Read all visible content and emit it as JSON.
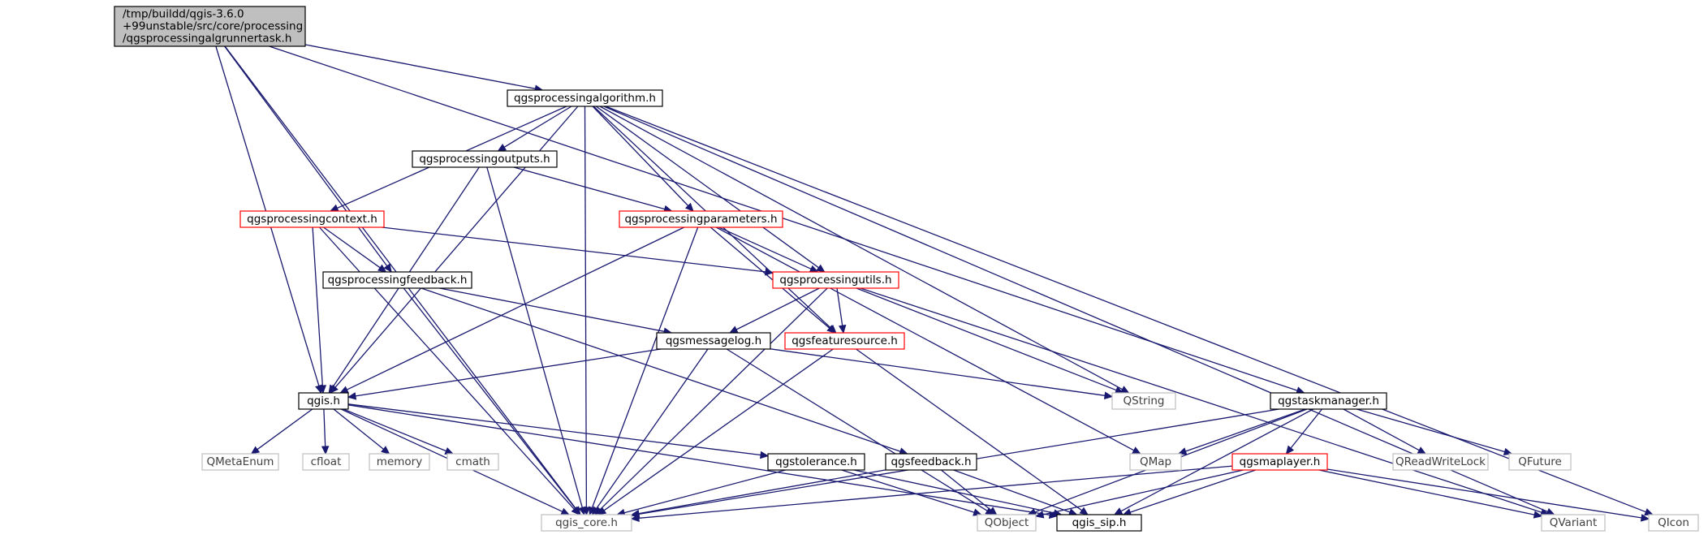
{
  "colors": {
    "edge": "#191970",
    "root_fill": "#bfbfbf",
    "normal_border": "#000000",
    "truncated_border": "#ff0000",
    "external_border": "#bfbfbf",
    "external_text": "#404040",
    "text": "#000000"
  },
  "nodes": [
    {
      "id": "root",
      "lines": [
        "/tmp/buildd/qgis-3.6.0",
        "+99unstable/src/core/processing",
        "/qgsprocessingalgrunnertask.h"
      ],
      "kind": "root"
    },
    {
      "id": "algorithm",
      "lines": [
        "qgsprocessingalgorithm.h"
      ],
      "kind": "normal"
    },
    {
      "id": "outputs",
      "lines": [
        "qgsprocessingoutputs.h"
      ],
      "kind": "normal"
    },
    {
      "id": "context",
      "lines": [
        "qgsprocessingcontext.h"
      ],
      "kind": "truncated"
    },
    {
      "id": "parameters",
      "lines": [
        "qgsprocessingparameters.h"
      ],
      "kind": "truncated"
    },
    {
      "id": "feedback_proc",
      "lines": [
        "qgsprocessingfeedback.h"
      ],
      "kind": "normal"
    },
    {
      "id": "utils",
      "lines": [
        "qgsprocessingutils.h"
      ],
      "kind": "truncated"
    },
    {
      "id": "messagelog",
      "lines": [
        "qgsmessagelog.h"
      ],
      "kind": "normal"
    },
    {
      "id": "featuresource",
      "lines": [
        "qgsfeaturesource.h"
      ],
      "kind": "truncated"
    },
    {
      "id": "qgis",
      "lines": [
        "qgis.h"
      ],
      "kind": "normal"
    },
    {
      "id": "qstring",
      "lines": [
        "QString"
      ],
      "kind": "external"
    },
    {
      "id": "taskmanager",
      "lines": [
        "qgstaskmanager.h"
      ],
      "kind": "normal"
    },
    {
      "id": "qmetaenum",
      "lines": [
        "QMetaEnum"
      ],
      "kind": "external"
    },
    {
      "id": "cfloat",
      "lines": [
        "cfloat"
      ],
      "kind": "external"
    },
    {
      "id": "memory",
      "lines": [
        "memory"
      ],
      "kind": "external"
    },
    {
      "id": "cmath",
      "lines": [
        "cmath"
      ],
      "kind": "external"
    },
    {
      "id": "tolerance",
      "lines": [
        "qgstolerance.h"
      ],
      "kind": "normal"
    },
    {
      "id": "feedback",
      "lines": [
        "qgsfeedback.h"
      ],
      "kind": "normal"
    },
    {
      "id": "qmap",
      "lines": [
        "QMap"
      ],
      "kind": "external"
    },
    {
      "id": "maplayer",
      "lines": [
        "qgsmaplayer.h"
      ],
      "kind": "truncated"
    },
    {
      "id": "qreadwritelock",
      "lines": [
        "QReadWriteLock"
      ],
      "kind": "external"
    },
    {
      "id": "qfuture",
      "lines": [
        "QFuture"
      ],
      "kind": "external"
    },
    {
      "id": "qgis_core",
      "lines": [
        "qgis_core.h"
      ],
      "kind": "external"
    },
    {
      "id": "qobject",
      "lines": [
        "QObject"
      ],
      "kind": "external"
    },
    {
      "id": "qgis_sip",
      "lines": [
        "qgis_sip.h"
      ],
      "kind": "normal"
    },
    {
      "id": "qvariant",
      "lines": [
        "QVariant"
      ],
      "kind": "external"
    },
    {
      "id": "qicon",
      "lines": [
        "QIcon"
      ],
      "kind": "external"
    }
  ],
  "edges": [
    [
      "root",
      "algorithm"
    ],
    [
      "root",
      "qgis_core"
    ],
    [
      "root",
      "qgis"
    ],
    [
      "root",
      "feedback_proc"
    ],
    [
      "root",
      "taskmanager"
    ],
    [
      "algorithm",
      "qgis_core"
    ],
    [
      "algorithm",
      "qgis"
    ],
    [
      "algorithm",
      "context"
    ],
    [
      "algorithm",
      "outputs"
    ],
    [
      "algorithm",
      "parameters"
    ],
    [
      "algorithm",
      "featuresource"
    ],
    [
      "algorithm",
      "utils"
    ],
    [
      "algorithm",
      "qstring"
    ],
    [
      "algorithm",
      "qvariant"
    ],
    [
      "algorithm",
      "qicon"
    ],
    [
      "outputs",
      "qgis"
    ],
    [
      "outputs",
      "qgis_core"
    ],
    [
      "outputs",
      "parameters"
    ],
    [
      "context",
      "qgis_core"
    ],
    [
      "context",
      "qgis"
    ],
    [
      "context",
      "feedback_proc"
    ],
    [
      "context",
      "utils"
    ],
    [
      "parameters",
      "qgis"
    ],
    [
      "parameters",
      "qgis_core"
    ],
    [
      "parameters",
      "utils"
    ],
    [
      "parameters",
      "featuresource"
    ],
    [
      "parameters",
      "qmap"
    ],
    [
      "feedback_proc",
      "qgis_core"
    ],
    [
      "feedback_proc",
      "messagelog"
    ],
    [
      "feedback_proc",
      "feedback"
    ],
    [
      "utils",
      "messagelog"
    ],
    [
      "utils",
      "featuresource"
    ],
    [
      "utils",
      "qgis_core"
    ],
    [
      "utils",
      "qstring"
    ],
    [
      "utils",
      "qvariant"
    ],
    [
      "messagelog",
      "qgis"
    ],
    [
      "messagelog",
      "qgis_core"
    ],
    [
      "messagelog",
      "qstring"
    ],
    [
      "messagelog",
      "qobject"
    ],
    [
      "featuresource",
      "qgis_core"
    ],
    [
      "featuresource",
      "qgis_sip"
    ],
    [
      "qgis",
      "qmetaenum"
    ],
    [
      "qgis",
      "cfloat"
    ],
    [
      "qgis",
      "memory"
    ],
    [
      "qgis",
      "cmath"
    ],
    [
      "qgis",
      "qgis_core"
    ],
    [
      "qgis",
      "tolerance"
    ],
    [
      "qgis",
      "qgis_sip"
    ],
    [
      "taskmanager",
      "qgis_core"
    ],
    [
      "taskmanager",
      "qmap"
    ],
    [
      "taskmanager",
      "maplayer"
    ],
    [
      "taskmanager",
      "qreadwritelock"
    ],
    [
      "taskmanager",
      "qfuture"
    ],
    [
      "taskmanager",
      "qobject"
    ],
    [
      "taskmanager",
      "qgis_sip"
    ],
    [
      "tolerance",
      "qgis_core"
    ],
    [
      "tolerance",
      "qobject"
    ],
    [
      "tolerance",
      "qgis_sip"
    ],
    [
      "feedback",
      "qgis_core"
    ],
    [
      "feedback",
      "qobject"
    ],
    [
      "feedback",
      "qgis_sip"
    ],
    [
      "maplayer",
      "qgis_core"
    ],
    [
      "maplayer",
      "qobject"
    ],
    [
      "maplayer",
      "qgis_sip"
    ],
    [
      "maplayer",
      "qvariant"
    ],
    [
      "maplayer",
      "qicon"
    ]
  ]
}
